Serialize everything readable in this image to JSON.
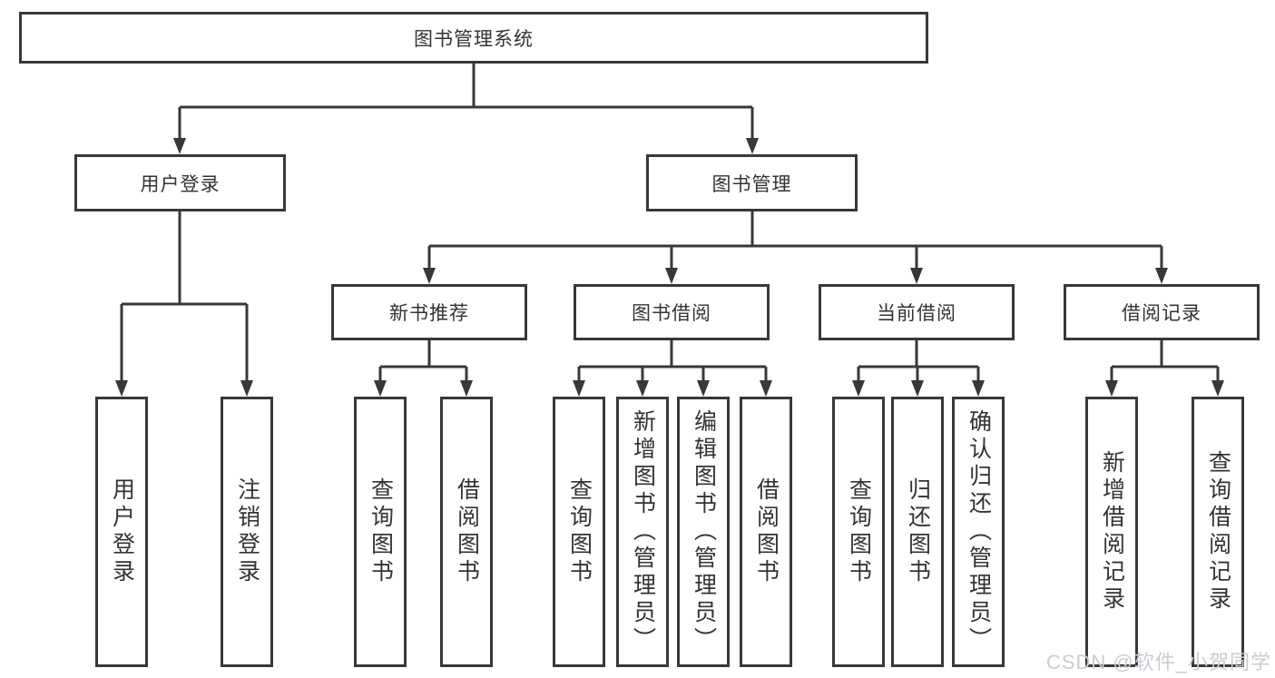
{
  "tree": {
    "root": {
      "label": "图书管理系统"
    },
    "branches": [
      {
        "label": "用户登录",
        "children": [
          {
            "label": "用户登录"
          },
          {
            "label": "注销登录"
          }
        ]
      },
      {
        "label": "图书管理",
        "children": [
          {
            "label": "新书推荐",
            "children": [
              {
                "label": "查询图书"
              },
              {
                "label": "借阅图书"
              }
            ]
          },
          {
            "label": "图书借阅",
            "children": [
              {
                "label": "查询图书"
              },
              {
                "label": "新增图书（管理员）"
              },
              {
                "label": "编辑图书（管理员）"
              },
              {
                "label": "借阅图书"
              }
            ]
          },
          {
            "label": "当前借阅",
            "children": [
              {
                "label": "查询图书"
              },
              {
                "label": "归还图书"
              },
              {
                "label": "确认归还（管理员）"
              }
            ]
          },
          {
            "label": "借阅记录",
            "children": [
              {
                "label": "新增借阅记录"
              },
              {
                "label": "查询借阅记录"
              }
            ]
          }
        ]
      }
    ]
  },
  "watermark": {
    "text": "CSDN @软件_小贺同学"
  },
  "colors": {
    "line": "#383838",
    "text": "#333333",
    "background": "#ffffff",
    "watermark": "#c9ccd1"
  }
}
